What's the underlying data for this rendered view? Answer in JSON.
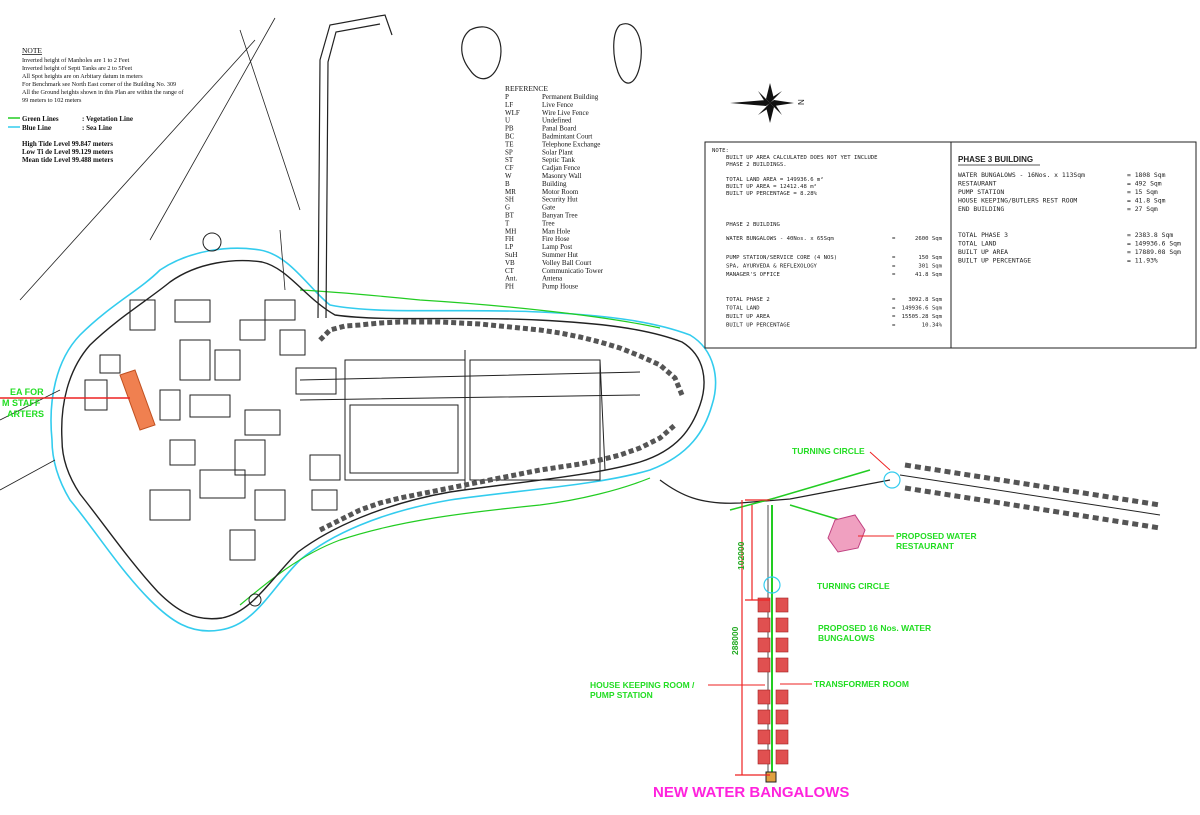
{
  "note": {
    "title": "NOTE",
    "lines": [
      "Inverted height of Manholes are 1 to 2 Feet",
      "Inverted height of Septi Tanks are 2 to 5Feet",
      "All Spot heights are on Arbitary datum in meters",
      "For Benchmark see North East corner of the Building No. 309",
      "All the Ground heights shown in this Plan are within the range of",
      "99 meters to 102 meters"
    ]
  },
  "lines_legend": [
    {
      "key": "Green Lines",
      "value": ": Vegetation Line",
      "color": "#22cc22"
    },
    {
      "key": "Blue Line",
      "value": ": Sea Line",
      "color": "#33ccee"
    }
  ],
  "tides": [
    "High Tide Level 99.847 meters",
    "Low Ti de Level 99.129 meters",
    "Mean tide Level 99.488 meters"
  ],
  "reference": {
    "title": "REFERENCE",
    "items": [
      [
        "P",
        "Permanent Building"
      ],
      [
        "LF",
        "Live Fence"
      ],
      [
        "WLF",
        "Wire Live Fence"
      ],
      [
        "U",
        "Undefined"
      ],
      [
        "PB",
        "Panal Board"
      ],
      [
        "BC",
        "Badmintant Court"
      ],
      [
        "TE",
        "Telephone Exchange"
      ],
      [
        "SP",
        "Solar Plant"
      ],
      [
        "ST",
        "Septic Tank"
      ],
      [
        "CF",
        "Cadjan Fence"
      ],
      [
        "W",
        "Masonry Wall"
      ],
      [
        "B",
        "Building"
      ],
      [
        "MR",
        "Motor Room"
      ],
      [
        "SH",
        "Security Hut"
      ],
      [
        "G",
        "Gate"
      ],
      [
        "BT",
        "Banyan Tree"
      ],
      [
        "T",
        "Tree"
      ],
      [
        "MH",
        "Man Hole"
      ],
      [
        "FH",
        "Fire Hose"
      ],
      [
        "LP",
        "Lamp Post"
      ],
      [
        "SuH",
        "Summer Hut"
      ],
      [
        "VB",
        "Volley Ball Court"
      ],
      [
        "CT",
        "Communicatio Tower"
      ],
      [
        "Ant.",
        "Antena"
      ],
      [
        "PH",
        "Pump House"
      ]
    ]
  },
  "north_label": "N",
  "phase2_box": {
    "note_lines": [
      "NOTE:",
      "BUILT UP AREA CALCULATED DOES NOT YET INCLUDE",
      "PHASE 2 BUILDINGS."
    ],
    "land_lines": [
      "TOTAL LAND AREA = 149936.6 m²",
      "BUILT UP AREA = 12412.48 m²",
      "BUILT UP PERCENTAGE    = 8.28%"
    ],
    "phase2_title": "PHASE 2 BUILDING",
    "rows1": [
      [
        "WATER BUNGALOWS -   40Nos. x 65Sqm",
        "=",
        "2600 Sqm"
      ]
    ],
    "rows2": [
      [
        "PUMP STATION/SERVICE CORE (4 NOS)",
        "=",
        "150 Sqm"
      ],
      [
        "SPA, AYURVEDA & REFLEXOLOGY",
        "=",
        "301 Sqm"
      ],
      [
        "MANAGER'S OFFICE",
        "=",
        "41.8 Sqm"
      ]
    ],
    "rows3": [
      [
        "TOTAL PHASE 2",
        "=",
        "3092.8 Sqm"
      ],
      [
        "TOTAL LAND",
        "=",
        "149936.6 Sqm"
      ],
      [
        "BUILT UP AREA",
        "=",
        "15505.28 Sqm"
      ],
      [
        "BUILT UP PERCENTAGE",
        "=",
        "10.34%"
      ]
    ]
  },
  "phase3_box": {
    "title": "PHASE 3 BUILDING",
    "rows1": [
      [
        "WATER BUNGALOWS -     16Nos. x 113Sqm",
        "= 1808 Sqm"
      ],
      [
        "RESTAURANT",
        "=    492 Sqm"
      ],
      [
        "PUMP STATION",
        "=     15 Sqm"
      ],
      [
        "HOUSE KEEPING/BUTLERS REST ROOM",
        "=     41.8 Sqm"
      ],
      [
        "END BUILDING",
        "=     27 Sqm"
      ]
    ],
    "rows2": [
      [
        "TOTAL PHASE 3",
        "= 2383.8 Sqm"
      ],
      [
        "TOTAL LAND",
        "= 149936.6 Sqm"
      ],
      [
        "BUILT UP AREA",
        "= 17889.08 Sqm"
      ],
      [
        "BUILT UP PERCENTAGE",
        "=     11.93%"
      ]
    ]
  },
  "labels": {
    "staff_area": [
      "EA FOR",
      "M STAFF",
      "ARTERS"
    ],
    "turning_circle_top": "TURNING CIRCLE",
    "turning_circle_mid": "TURNING CIRCLE",
    "proposed_restaurant": [
      "PROPOSED WATER",
      "RESTAURANT"
    ],
    "proposed_bungalows": [
      "PROPOSED 16 Nos. WATER",
      "BUNGALOWS"
    ],
    "transformer": "TRANSFORMER ROOM",
    "housekeeping": [
      "HOUSE KEEPING ROOM /",
      "PUMP STATION"
    ],
    "dim_top": "102000",
    "dim_bottom": "288000",
    "new_bungalows": "NEW WATER BANGALOWS"
  },
  "colors": {
    "green_label": "#22dd22",
    "magenta_title": "#ff22dd",
    "sea_line": "#33ccee",
    "vegetation_line": "#22cc22",
    "dimension": "#ee2222",
    "staff_highlight": "#f08050",
    "bungalow": "#e05050"
  }
}
